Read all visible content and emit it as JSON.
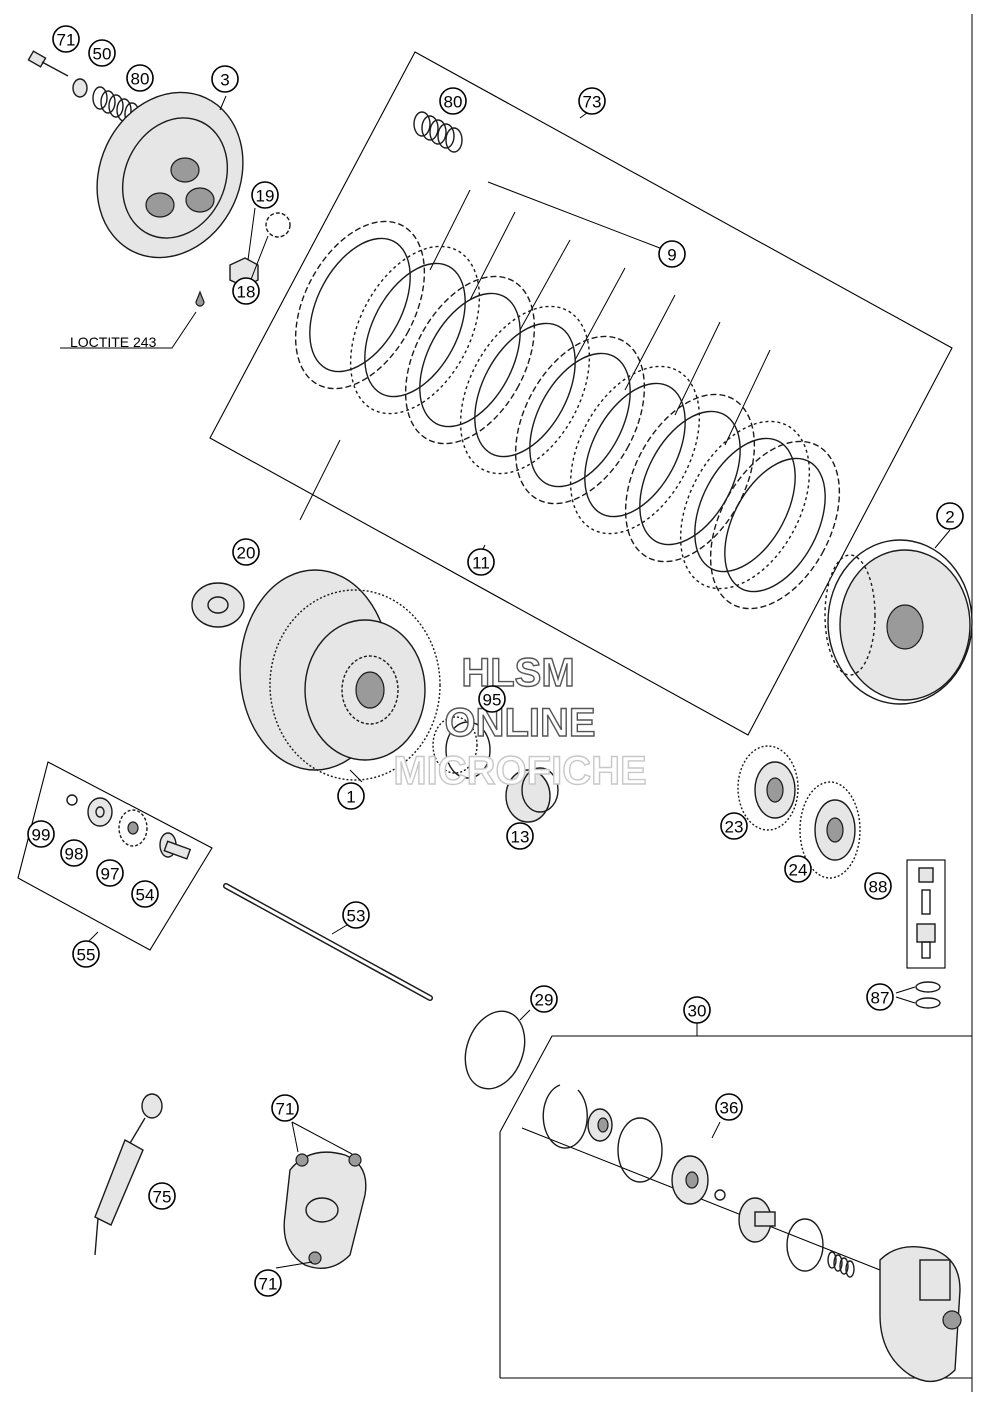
{
  "callouts": {
    "c71a": "71",
    "c50": "50",
    "c80a": "80",
    "c3": "3",
    "c80b": "80",
    "c73": "73",
    "c19": "19",
    "c18": "18",
    "c9": "9",
    "c2": "2",
    "c11": "11",
    "c20": "20",
    "c95": "95",
    "c1": "1",
    "c13": "13",
    "c23": "23",
    "c24": "24",
    "c99": "99",
    "c98": "98",
    "c97": "97",
    "c54": "54",
    "c55": "55",
    "c53": "53",
    "c88": "88",
    "c87": "87",
    "c29": "29",
    "c30": "30",
    "c36": "36",
    "c71b": "71",
    "c71c": "71",
    "c75": "75"
  },
  "note": {
    "loctite": "LOCTITE 243"
  },
  "watermark": {
    "line1": "HLSM",
    "line2": "ONLINE",
    "line3": "MICROFICHE"
  }
}
